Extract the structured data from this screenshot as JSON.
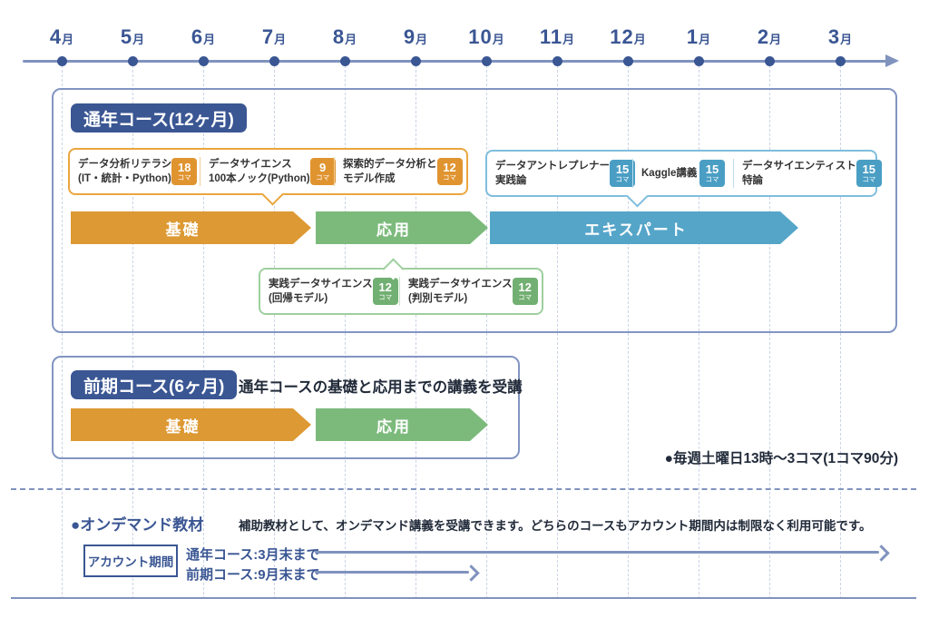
{
  "colors": {
    "navy": "#3A5693",
    "line_blue": "#8093BE",
    "box_border": "#8295C2",
    "orange_arrow": "#DD9933",
    "orange_border": "#EBA63F",
    "orange_badge": "#E09430",
    "green_arrow": "#7CBA7C",
    "green_border": "#9ECF9E",
    "green_badge": "#72AF72",
    "blue_arrow": "#55A5C9",
    "blue_border": "#7FBEDD",
    "blue_badge": "#4A9EC4"
  },
  "timeline": {
    "months": [
      {
        "num": "4",
        "suffix": "月"
      },
      {
        "num": "5",
        "suffix": "月"
      },
      {
        "num": "6",
        "suffix": "月"
      },
      {
        "num": "7",
        "suffix": "月"
      },
      {
        "num": "8",
        "suffix": "月"
      },
      {
        "num": "9",
        "suffix": "月"
      },
      {
        "num": "10",
        "suffix": "月"
      },
      {
        "num": "11",
        "suffix": "月"
      },
      {
        "num": "12",
        "suffix": "月"
      },
      {
        "num": "1",
        "suffix": "月"
      },
      {
        "num": "2",
        "suffix": "月"
      },
      {
        "num": "3",
        "suffix": "月"
      }
    ]
  },
  "annual_course": {
    "title": "通年コース(12ヶ月)",
    "top_callout": {
      "items": [
        {
          "line1": "データ分析リテラシ",
          "line2": "(IT・統計・Python)",
          "count": "18",
          "unit": "コマ"
        },
        {
          "line1": "データサイエンス",
          "line2": "100本ノック(Python)",
          "count": "9",
          "unit": "コマ"
        },
        {
          "line1": "探索的データ分析と",
          "line2": "モデル作成",
          "count": "12",
          "unit": "コマ"
        }
      ]
    },
    "expert_callout": {
      "items": [
        {
          "line1": "データアントレプレナー",
          "line2": "実践論",
          "count": "15",
          "unit": "コマ"
        },
        {
          "line1": "Kaggle講義",
          "line2": "",
          "count": "15",
          "unit": "コマ"
        },
        {
          "line1": "データサイエンティスト",
          "line2": "特論",
          "count": "15",
          "unit": "コマ"
        }
      ]
    },
    "bottom_callout": {
      "items": [
        {
          "line1": "実践データサイエンス",
          "line2": "(回帰モデル)",
          "count": "12",
          "unit": "コマ"
        },
        {
          "line1": "実践データサイエンス",
          "line2": "(判別モデル)",
          "count": "12",
          "unit": "コマ"
        }
      ]
    },
    "phases": [
      {
        "label": "基礎"
      },
      {
        "label": "応用"
      },
      {
        "label": "エキスパート"
      }
    ]
  },
  "first_half_course": {
    "title": "前期コース(6ヶ月)",
    "description": "通年コースの基礎と応用までの講義を受講",
    "phases": [
      {
        "label": "基礎"
      },
      {
        "label": "応用"
      }
    ]
  },
  "schedule_note": "●毎週土曜日13時〜3コマ(1コマ90分)",
  "on_demand": {
    "title": "●オンデマンド教材",
    "description": "補助教材として、オンデマンド講義を受講できます。どちらのコースもアカウント期間内は制限なく利用可能です。",
    "account_period_label": "アカウント期間",
    "periods": [
      {
        "label": "通年コース:3月末まで"
      },
      {
        "label": "前期コース:9月末まで"
      }
    ]
  }
}
